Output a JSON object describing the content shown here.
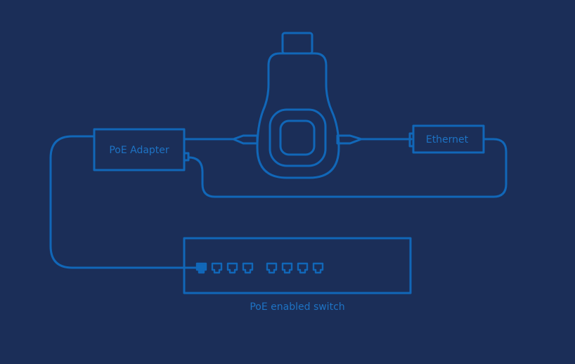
{
  "colors": {
    "background": "#1b2e58",
    "line": "#1167b8",
    "text": "#1e73c4"
  },
  "nodes": {
    "dongle": {
      "label": ""
    },
    "poe_adapter": {
      "label": "PoE Adapter"
    },
    "ethernet": {
      "label": "Ethernet"
    },
    "switch": {
      "label": "PoE enabled switch",
      "port_count": 8
    }
  }
}
